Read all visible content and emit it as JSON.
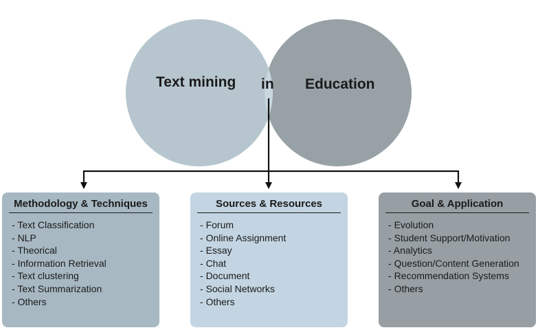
{
  "venn": {
    "left_label": "Text mining",
    "center_label": "in",
    "right_label": "Education",
    "colors": {
      "left": "#b7c6ce",
      "right": "#97a1a6",
      "overlap": "#c9d8e0"
    }
  },
  "boxes": [
    {
      "title": "Methodology & Techniques",
      "color": "#a7b8c2",
      "items": [
        "Text Classification",
        "NLP",
        "Theorical",
        "Information Retrieval",
        "Text clustering",
        "Text Summarization",
        "Others"
      ]
    },
    {
      "title": "Sources & Resources",
      "color": "#c3d5e2",
      "items": [
        "Forum",
        "Online Assignment",
        "Essay",
        "Chat",
        "Document",
        "Social Networks",
        "Others"
      ]
    },
    {
      "title": "Goal & Application",
      "color": "#979fa4",
      "items": [
        "Evolution",
        "Student Support/Motivation",
        "Analytics",
        "Question/Content Generation",
        "Recommendation Systems",
        "Others"
      ]
    }
  ]
}
